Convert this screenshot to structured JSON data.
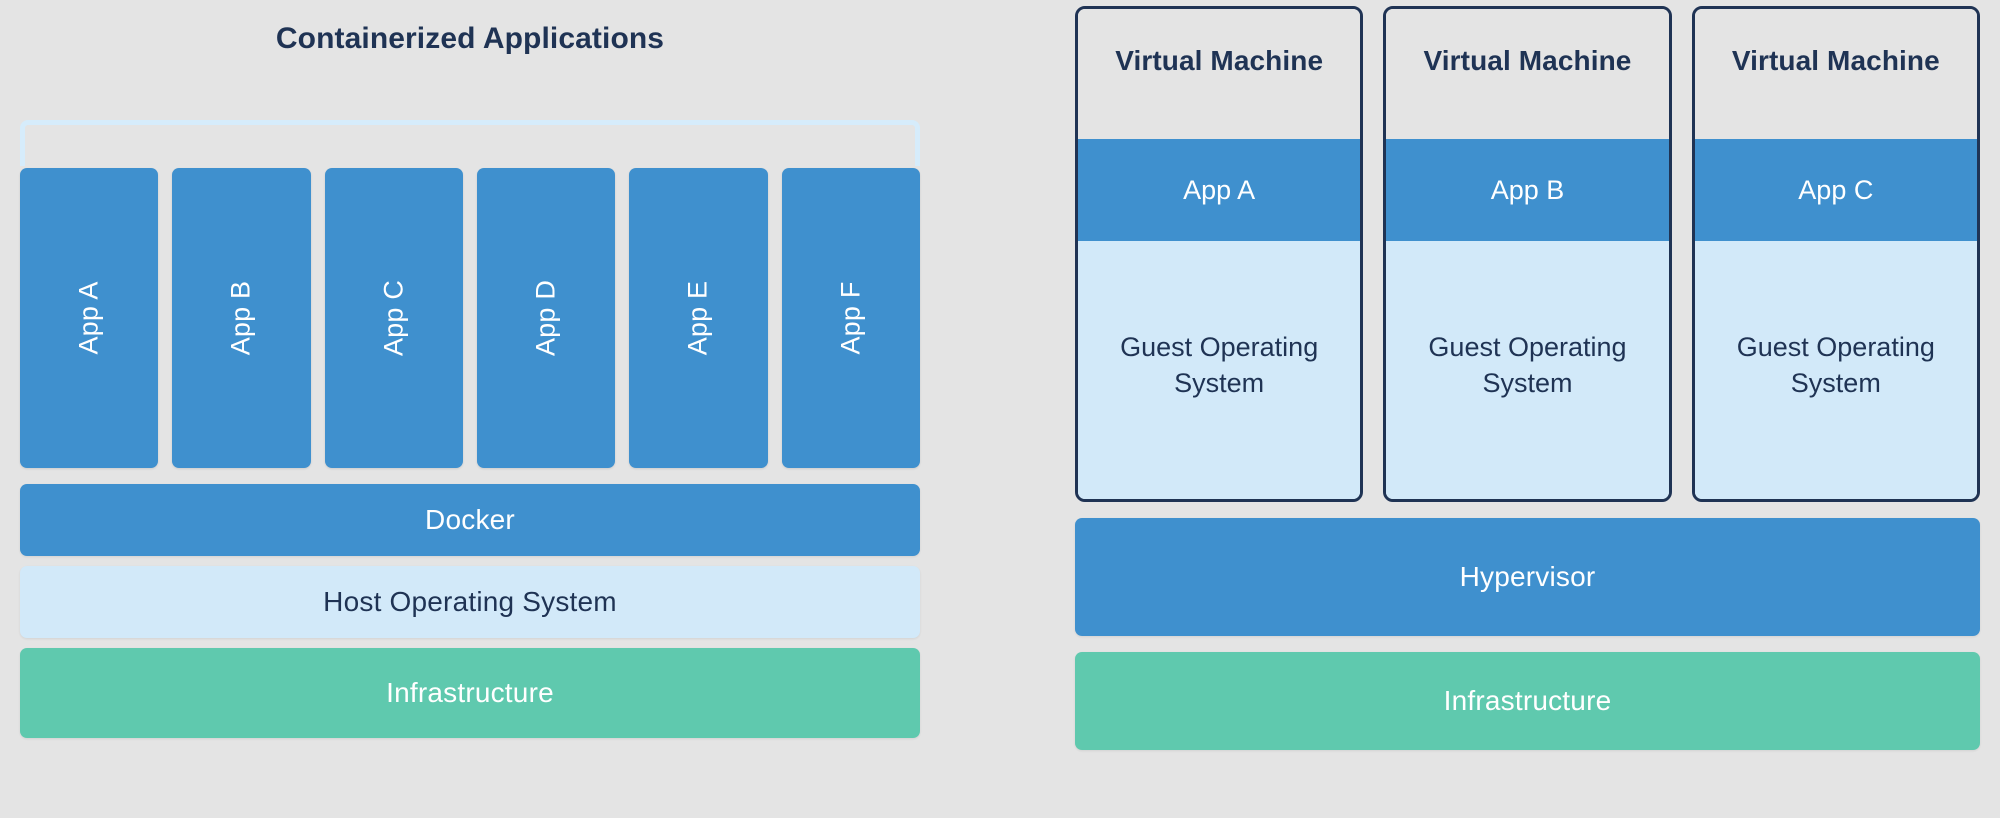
{
  "background_color": "#e4e4e4",
  "palette": {
    "blue": "#3f90ce",
    "light_blue": "#d2e9f9",
    "frame_blue": "#d6ecfb",
    "green": "#5fc9ae",
    "navy_text": "#1f3354",
    "white_text": "#ffffff"
  },
  "left_panel": {
    "title": "Containerized Applications",
    "apps": [
      {
        "label": "App A"
      },
      {
        "label": "App B"
      },
      {
        "label": "App C"
      },
      {
        "label": "App D"
      },
      {
        "label": "App E"
      },
      {
        "label": "App F"
      }
    ],
    "docker_label": "Docker",
    "host_os_label": "Host Operating System",
    "infrastructure_label": "Infrastructure"
  },
  "right_panel": {
    "vms": [
      {
        "title": "Virtual Machine",
        "app": "App A",
        "guest_os": "Guest Operating System"
      },
      {
        "title": "Virtual Machine",
        "app": "App B",
        "guest_os": "Guest Operating System"
      },
      {
        "title": "Virtual Machine",
        "app": "App C",
        "guest_os": "Guest Operating System"
      }
    ],
    "hypervisor_label": "Hypervisor",
    "infrastructure_label": "Infrastructure"
  }
}
